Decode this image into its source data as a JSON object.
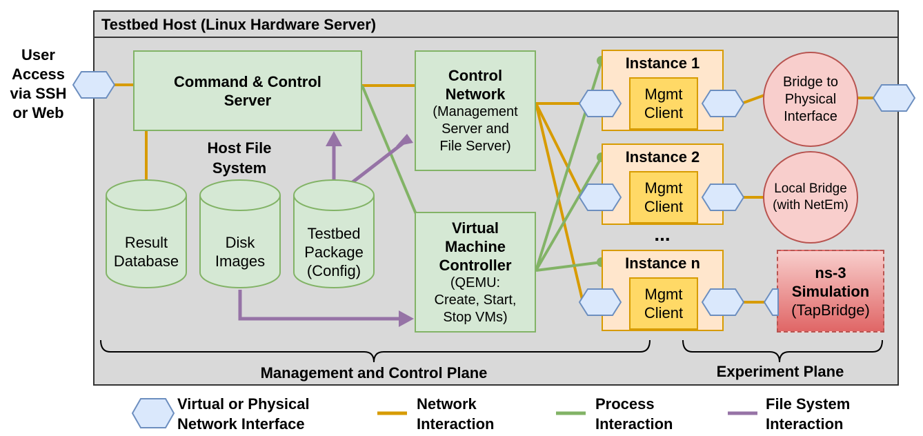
{
  "host": {
    "title": "Testbed Host (Linux Hardware Server)"
  },
  "user_access": {
    "line1": "User",
    "line2": "Access",
    "line3": "via SSH",
    "line4": "or Web"
  },
  "command_server": {
    "line1": "Command & Control",
    "line2": "Server"
  },
  "control_network": {
    "title1": "Control",
    "title2": "Network",
    "desc1": "(Management",
    "desc2": "Server and",
    "desc3": "File Server)"
  },
  "vm_controller": {
    "title1": "Virtual",
    "title2": "Machine",
    "title3": "Controller",
    "desc1": "(QEMU:",
    "desc2": "Create, Start,",
    "desc3": "Stop VMs)"
  },
  "host_fs": {
    "line1": "Host File",
    "line2": "System"
  },
  "cylinders": [
    {
      "line1": "Result",
      "line2": "Database",
      "line3": ""
    },
    {
      "line1": "Disk",
      "line2": "Images",
      "line3": ""
    },
    {
      "line1": "Testbed",
      "line2": "Package",
      "line3": "(Config)"
    }
  ],
  "instances": [
    {
      "title": "Instance 1",
      "client1": "Mgmt",
      "client2": "Client"
    },
    {
      "title": "Instance 2",
      "client1": "Mgmt",
      "client2": "Client"
    },
    {
      "title": "Instance n",
      "client1": "Mgmt",
      "client2": "Client"
    }
  ],
  "ellipsis": "...",
  "bridge_physical": {
    "line1": "Bridge to",
    "line2": "Physical",
    "line3": "Interface"
  },
  "local_bridge": {
    "line1": "Local Bridge",
    "line2": "(with NetEm)"
  },
  "ns3": {
    "line1": "ns-3",
    "line2": "Simulation",
    "line3": "(TapBridge)"
  },
  "planes": {
    "management": "Management and Control Plane",
    "experiment": "Experiment Plane"
  },
  "legend": {
    "interface1": "Virtual or Physical",
    "interface2": "Network Interface",
    "network1": "Network",
    "network2": "Interaction",
    "process1": "Process",
    "process2": "Interaction",
    "fs1": "File System",
    "fs2": "Interaction"
  },
  "colors": {
    "network": "#d79b00",
    "process": "#82b366",
    "filesystem": "#9673a6",
    "interface_fill": "#dae8fc",
    "interface_stroke": "#6c8ebf"
  }
}
